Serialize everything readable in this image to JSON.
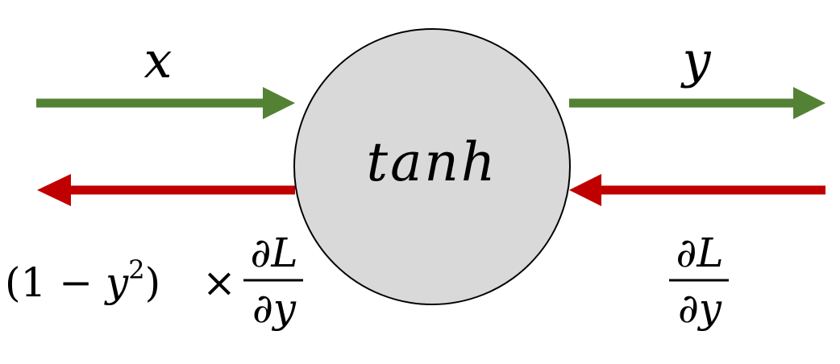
{
  "diagram": {
    "node": {
      "label": "tanh",
      "fill_color": "#d9d9d9",
      "stroke_color": "#000000"
    },
    "input_label": "x",
    "output_label": "y",
    "forward_color": "#548235",
    "backward_color": "#c00000",
    "upstream_gradient": {
      "numerator": "∂L",
      "denominator": "∂y"
    },
    "downstream_gradient": {
      "factor_open": "(1 − ",
      "factor_var": "y",
      "factor_exp": "2",
      "factor_close": ")",
      "times": "×",
      "numerator": "∂L",
      "denominator": "∂y"
    }
  }
}
